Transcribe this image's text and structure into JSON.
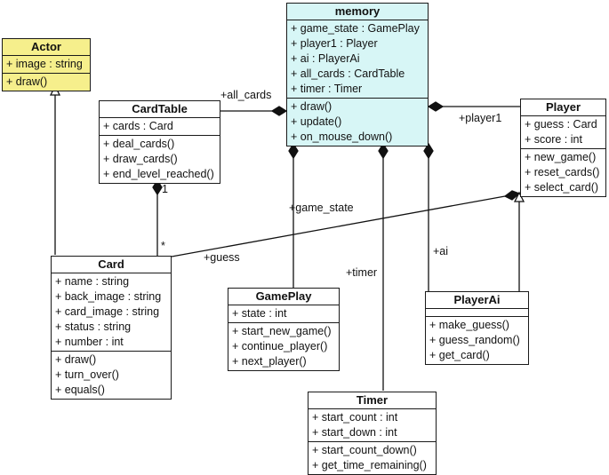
{
  "classes": {
    "actor": {
      "name": "Actor",
      "attributes": [
        "+ image : string"
      ],
      "methods": [
        "+ draw()"
      ]
    },
    "memory": {
      "name": "memory",
      "attributes": [
        "+ game_state : GamePlay",
        "+ player1 : Player",
        "+ ai : PlayerAi",
        "+ all_cards : CardTable",
        "+ timer : Timer"
      ],
      "methods": [
        "+ draw()",
        "+ update()",
        "+ on_mouse_down()"
      ]
    },
    "cardtable": {
      "name": "CardTable",
      "attributes": [
        "+ cards : Card"
      ],
      "methods": [
        "+ deal_cards()",
        "+ draw_cards()",
        "+ end_level_reached()"
      ]
    },
    "player": {
      "name": "Player",
      "attributes": [
        "+ guess : Card",
        "+ score : int"
      ],
      "methods": [
        "+ new_game()",
        "+ reset_cards()",
        "+ select_card()"
      ]
    },
    "card": {
      "name": "Card",
      "attributes": [
        "+ name : string",
        "+ back_image : string",
        "+ card_image : string",
        "+ status : string",
        "+ number : int"
      ],
      "methods": [
        "+ draw()",
        "+ turn_over()",
        "+ equals()"
      ]
    },
    "gameplay": {
      "name": "GamePlay",
      "attributes": [
        "+ state : int"
      ],
      "methods": [
        "+ start_new_game()",
        "+ continue_player()",
        "+ next_player()"
      ]
    },
    "playerai": {
      "name": "PlayerAi",
      "attributes": [],
      "methods": [
        "+ make_guess()",
        "+ guess_random()",
        "+ get_card()"
      ]
    },
    "timer": {
      "name": "Timer",
      "attributes": [
        "+ start_count : int",
        "+ start_down : int"
      ],
      "methods": [
        "+ start_count_down()",
        "+ get_time_remaining()"
      ]
    }
  },
  "labels": {
    "all_cards": "+all_cards",
    "player1": "+player1",
    "game_state": "+game_state",
    "timer": "+timer",
    "ai": "+ai",
    "guess": "+guess",
    "mult_one": "1",
    "mult_many": "*"
  }
}
